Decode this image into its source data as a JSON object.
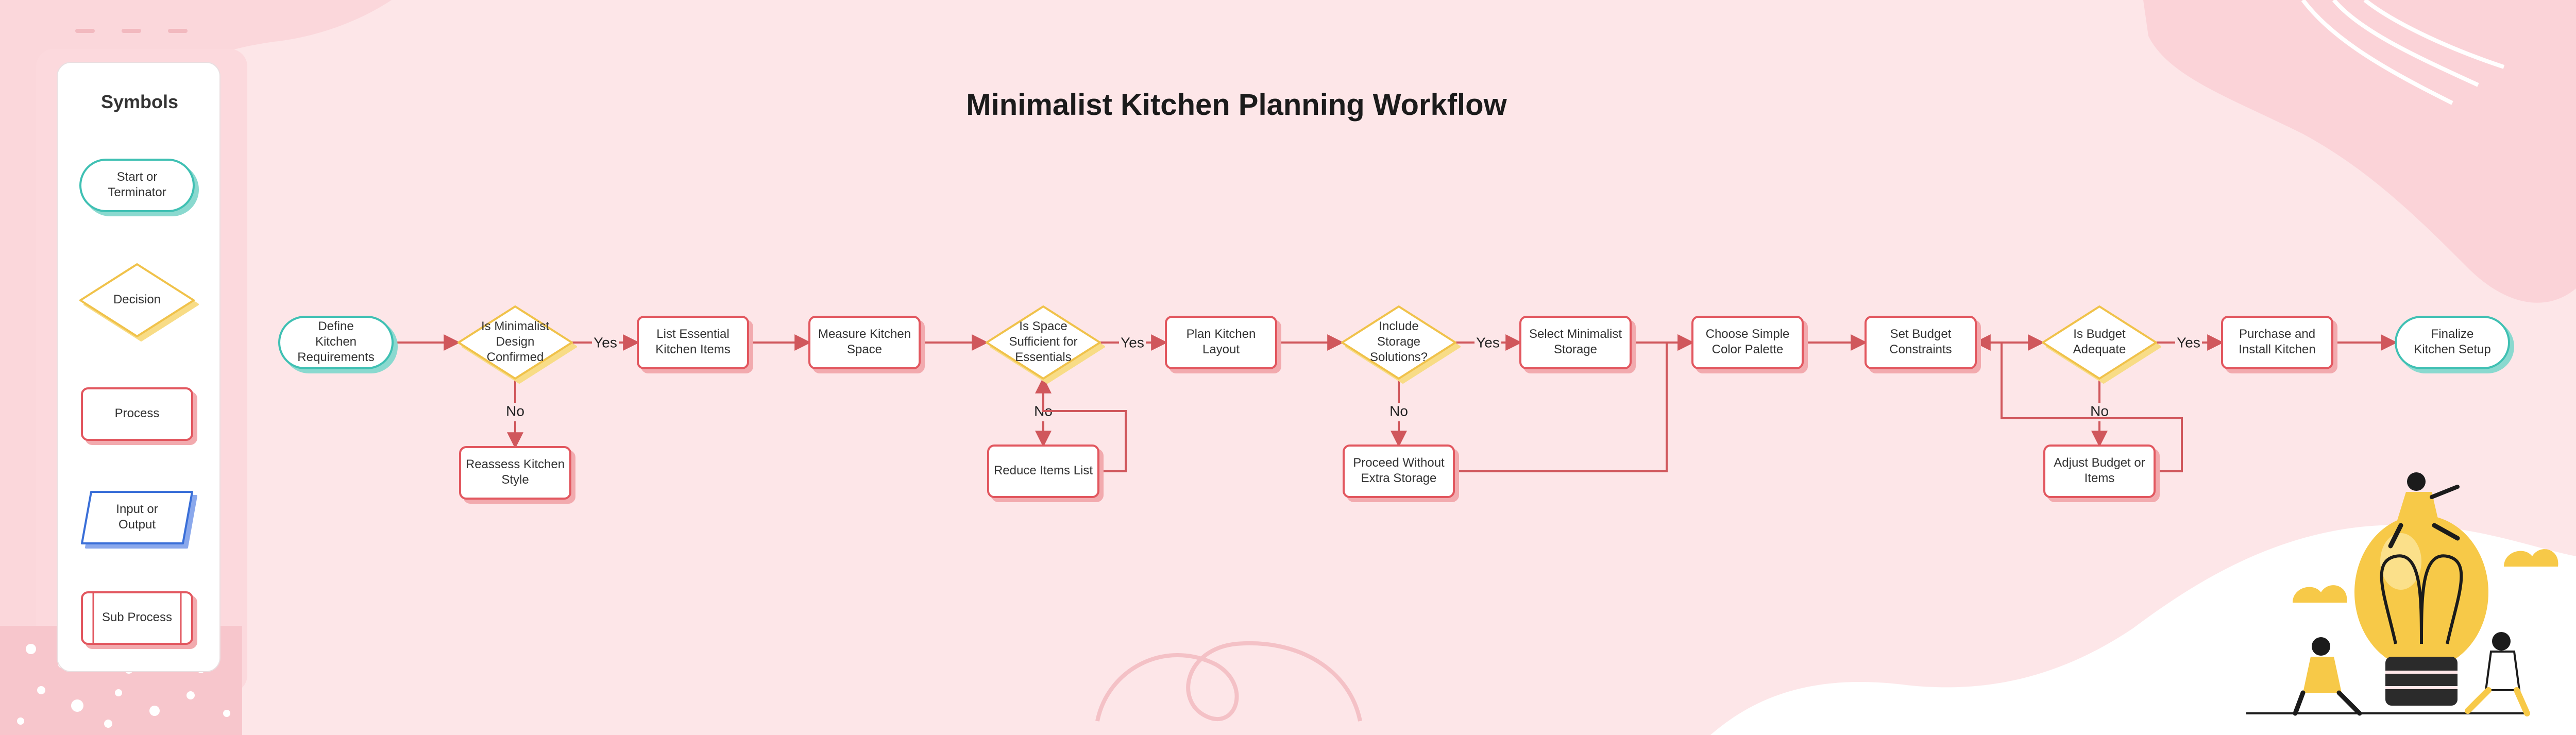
{
  "title": "Minimalist Kitchen Planning Workflow",
  "colors": {
    "background": "#fde6e8",
    "edge": "#d0575c",
    "terminator_border": "#3fc0b3",
    "terminator_shadow": "#8ad9cf",
    "decision_border": "#f0c24a",
    "decision_shadow": "#f8dc86",
    "process_border": "#e2575f",
    "process_shadow": "#f2aaae",
    "io_border": "#3a6fd8",
    "io_shadow": "#8aa8ec",
    "illustration_yellow": "#f7c948"
  },
  "legend": {
    "title": "Symbols",
    "items": [
      {
        "shape": "terminator",
        "label": "Start or\nTerminator"
      },
      {
        "shape": "decision",
        "label": "Decision"
      },
      {
        "shape": "process",
        "label": "Process"
      },
      {
        "shape": "io",
        "label": "Input or\nOutput"
      },
      {
        "shape": "subprocess",
        "label": "Sub Process"
      }
    ]
  },
  "nodes": [
    {
      "id": "n1",
      "type": "terminator",
      "label": "Define\nKitchen\nRequirements"
    },
    {
      "id": "n2",
      "type": "decision",
      "label": "Is Minimalist\nDesign\nConfirmed"
    },
    {
      "id": "n3",
      "type": "process",
      "label": "Reassess Kitchen\nStyle"
    },
    {
      "id": "n4",
      "type": "process",
      "label": "List Essential\nKitchen Items"
    },
    {
      "id": "n5",
      "type": "process",
      "label": "Measure Kitchen\nSpace"
    },
    {
      "id": "n6",
      "type": "decision",
      "label": "Is Space\nSufficient for\nEssentials"
    },
    {
      "id": "n7",
      "type": "process",
      "label": "Reduce Items List"
    },
    {
      "id": "n8",
      "type": "process",
      "label": "Plan Kitchen\nLayout"
    },
    {
      "id": "n9",
      "type": "decision",
      "label": "Include\nStorage\nSolutions?"
    },
    {
      "id": "n10",
      "type": "process",
      "label": "Proceed Without\nExtra Storage"
    },
    {
      "id": "n11",
      "type": "process",
      "label": "Select Minimalist\nStorage"
    },
    {
      "id": "n12",
      "type": "process",
      "label": "Choose Simple\nColor Palette"
    },
    {
      "id": "n13",
      "type": "process",
      "label": "Set Budget\nConstraints"
    },
    {
      "id": "n14",
      "type": "decision",
      "label": "Is Budget\nAdequate"
    },
    {
      "id": "n15",
      "type": "process",
      "label": "Adjust Budget or\nItems"
    },
    {
      "id": "n16",
      "type": "process",
      "label": "Purchase and\nInstall Kitchen"
    },
    {
      "id": "n17",
      "type": "terminator",
      "label": "Finalize\nKitchen Setup"
    }
  ],
  "edges": [
    {
      "from": "n1",
      "to": "n2",
      "label": ""
    },
    {
      "from": "n2",
      "to": "n4",
      "label": "Yes"
    },
    {
      "from": "n2",
      "to": "n3",
      "label": "No"
    },
    {
      "from": "n4",
      "to": "n5",
      "label": ""
    },
    {
      "from": "n5",
      "to": "n6",
      "label": ""
    },
    {
      "from": "n6",
      "to": "n8",
      "label": "Yes"
    },
    {
      "from": "n6",
      "to": "n7",
      "label": "No"
    },
    {
      "from": "n7",
      "to": "n6",
      "label": ""
    },
    {
      "from": "n8",
      "to": "n9",
      "label": ""
    },
    {
      "from": "n9",
      "to": "n11",
      "label": "Yes"
    },
    {
      "from": "n9",
      "to": "n10",
      "label": "No"
    },
    {
      "from": "n10",
      "to": "n12",
      "label": ""
    },
    {
      "from": "n11",
      "to": "n12",
      "label": ""
    },
    {
      "from": "n12",
      "to": "n13",
      "label": ""
    },
    {
      "from": "n13",
      "to": "n14",
      "label": ""
    },
    {
      "from": "n14",
      "to": "n16",
      "label": "Yes"
    },
    {
      "from": "n14",
      "to": "n15",
      "label": "No"
    },
    {
      "from": "n15",
      "to": "n13",
      "label": ""
    },
    {
      "from": "n16",
      "to": "n17",
      "label": ""
    }
  ]
}
